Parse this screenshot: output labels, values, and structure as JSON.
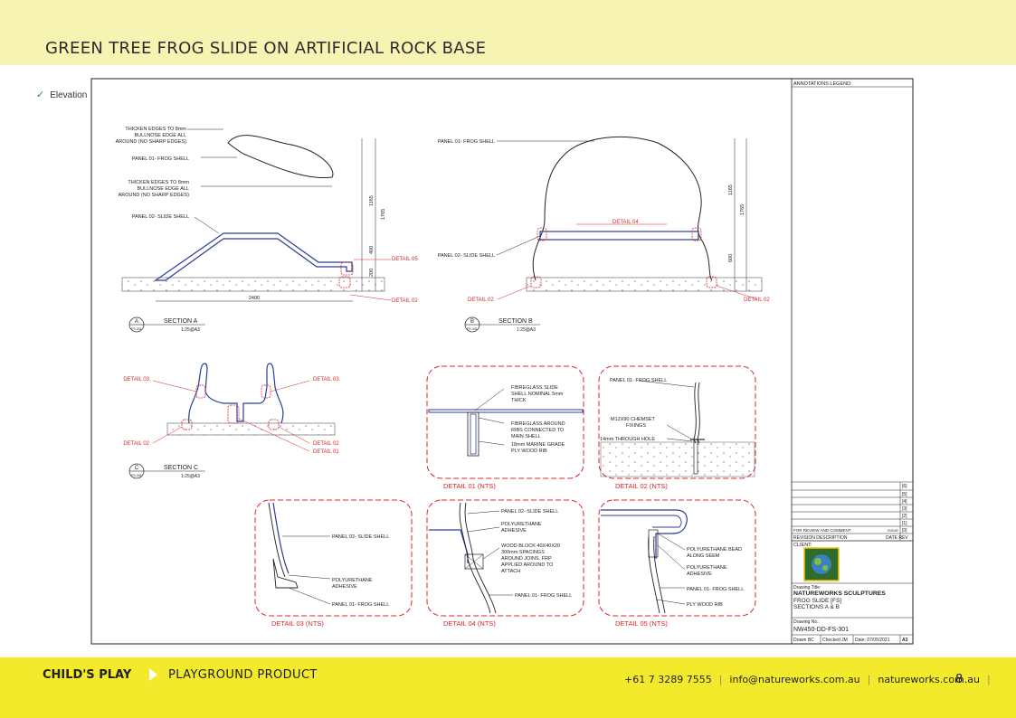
{
  "page": {
    "title": "GREEN TREE FROG SLIDE ON ARTIFICIAL ROCK BASE",
    "checklist_item": "Elevation Views",
    "footer": {
      "brand": "CHILD'S PLAY",
      "product": "PLAYGROUND PRODUCT",
      "phone": "+61 7 3289 7555",
      "email": "info@natureworks.com.au",
      "website": "natureworks.com.au",
      "page_number": "8"
    },
    "colors": {
      "header": "#f7f3b3",
      "footer": "#f2ea2a",
      "detail_red": "#d9262b",
      "slide_blue": "#2b3d9a"
    }
  },
  "drawing": {
    "annotations_legend": "ANNOTATIONS LEGEND:",
    "section_a": {
      "letter": "A",
      "ref": "FS-301",
      "name": "SECTION A",
      "scale": "1:25@A3",
      "labels": [
        "THICKEN EDGES TO 8mm",
        "BULLNOSE EDGE ALL",
        "AROUND (NO SHARP EDGES)",
        "PANEL 01- FROG SHELL",
        "THICKEN EDGES TO 8mm",
        "BULLNOSE EDGE ALL",
        "AROUND (NO SHARP EDGES)",
        "PANEL 02- SLIDE SHELL"
      ],
      "dims": [
        "1165",
        "1765",
        "400",
        "200",
        "2400"
      ],
      "details": [
        "DETAIL 05",
        "DETAIL 02"
      ]
    },
    "section_b": {
      "letter": "B",
      "ref": "FS-301",
      "name": "SECTION B",
      "scale": "1:25@A3",
      "labels": [
        "PANEL 01- FROG SHELL",
        "PANEL 02- SLIDE SHELL"
      ],
      "dims": [
        "1165",
        "1765",
        "600"
      ],
      "details": [
        "DETAIL 04",
        "DETAIL 02",
        "DETAIL 02"
      ]
    },
    "section_c": {
      "letter": "C",
      "ref": "FS-301",
      "name": "SECTION C",
      "scale": "1:25@A3",
      "details": [
        "DETAIL 03",
        "DETAIL 03",
        "DETAIL 02",
        "DETAIL 02",
        "DETAIL 01"
      ]
    },
    "detail_01": {
      "title": "DETAIL 01 (NTS)",
      "labels": [
        "FIBREGLASS SLIDE",
        "SHELL NOMINAL 5mm",
        "THICK",
        "FIBREGLASS AROUND",
        "RIBS CONNECTED TO",
        "MAIN SHELL",
        "18mm MARINE GRADE",
        "PLY WOOD RIB"
      ]
    },
    "detail_02": {
      "title": "DETAIL 02 (NTS)",
      "labels": [
        "PANEL 01- FROG SHELL",
        "M12X90 CHEMSET",
        "FIXINGS",
        "14mm THROUGH HOLE"
      ]
    },
    "detail_03": {
      "title": "DETAIL 03 (NTS)",
      "labels": [
        "PANEL 02- SLIDE SHELL",
        "POLYURETHANE",
        "ADHESIVE",
        "PANEL 01- FROG SHELL"
      ]
    },
    "detail_04": {
      "title": "DETAIL 04 (NTS)",
      "labels": [
        "PANEL 02- SLIDE SHELL",
        "POLYURETHANE",
        "ADHESIVE",
        "WOOD BLOCK 40X40X20",
        "300mm SPACINGS",
        "AROUND JOINS. FRP",
        "APPLIED AROUND TO",
        "ATTACH",
        "PANEL 01- FROG SHELL"
      ]
    },
    "detail_05": {
      "title": "DETAIL 05 (NTS)",
      "labels": [
        "POLYURETHANE BEAD",
        "ALONG SEEM",
        "POLYURETHANE",
        "ADHESIVE",
        "PANEL 01- FROG SHELL",
        "PLY WOOD RIB"
      ]
    },
    "title_block": {
      "revisions": [
        "[6]",
        "[5]",
        "[4]",
        "[3]",
        "[2]",
        "[1]",
        "[0]"
      ],
      "for_review": "FOR REVIEW AND COMMENT",
      "issue_label": "ISSUE",
      "revision_description": "REVISION DESCRIPTION",
      "date_rev": "DATE REV",
      "client": "CLIENT:",
      "drawing_title_label": "Drawing Title:",
      "company": "NATUREWORKS SCULPTURES",
      "drawing_title_1": "FROG SLIDE [FS]",
      "drawing_title_2": "SECTIONS A & B",
      "drawing_no_label": "Drawing No.:",
      "drawing_no": "NW450-DD-FS-301",
      "drawn": "Drawn BC",
      "checked": "Checked JM",
      "date": "Date: 07/05/2021",
      "sheet": "A3"
    }
  }
}
